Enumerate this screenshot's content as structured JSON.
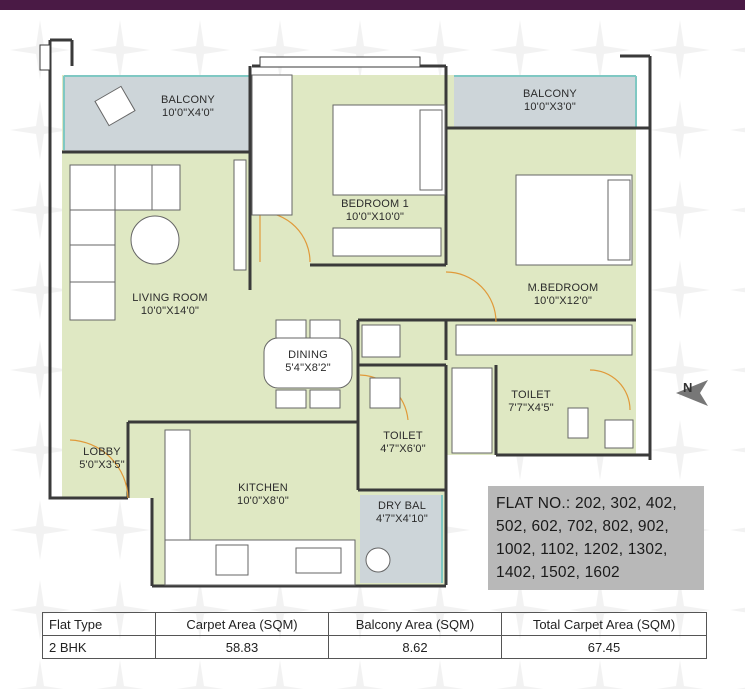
{
  "rooms": {
    "balcony1": {
      "name": "BALCONY",
      "size": "10'0\"X4'0\""
    },
    "balcony2": {
      "name": "BALCONY",
      "size": "10'0\"X3'0\""
    },
    "bedroom1": {
      "name": "BEDROOM 1",
      "size": "10'0\"X10'0\""
    },
    "mbedroom": {
      "name": "M.BEDROOM",
      "size": "10'0\"X12'0\""
    },
    "living": {
      "name": "LIVING ROOM",
      "size": "10'0\"X14'0\""
    },
    "dining": {
      "name": "DINING",
      "size": "5'4\"X8'2\""
    },
    "toilet1": {
      "name": "TOILET",
      "size": "7'7\"X4'5\""
    },
    "toilet2": {
      "name": "TOILET",
      "size": "4'7\"X6'0\""
    },
    "lobby": {
      "name": "LOBBY",
      "size": "5'0\"X3'5\""
    },
    "kitchen": {
      "name": "KITCHEN",
      "size": "10'0\"X8'0\""
    },
    "drybal": {
      "name": "DRY BAL",
      "size": "4'7\"X4'10\""
    }
  },
  "north_label": "N",
  "flat_numbers": "FLAT NO.: 202, 302, 402, 502, 602, 702, 802, 902, 1002, 1102, 1202, 1302, 1402, 1502, 1602",
  "table": {
    "headers": [
      "Flat Type",
      "Carpet Area (SQM)",
      "Balcony Area (SQM)",
      "Total Carpet Area (SQM)"
    ],
    "rows": [
      [
        "2 BHK",
        "58.83",
        "8.62",
        "67.45"
      ]
    ]
  },
  "colors": {
    "floor": "#dfe8c3",
    "balcony": "#cdd5d9",
    "wall": "#3a3a3a",
    "glass": "#7fc8c3",
    "door": "#e09a3a",
    "header_bar": "#4a1a45",
    "flat_box": "#b8b8b8"
  }
}
